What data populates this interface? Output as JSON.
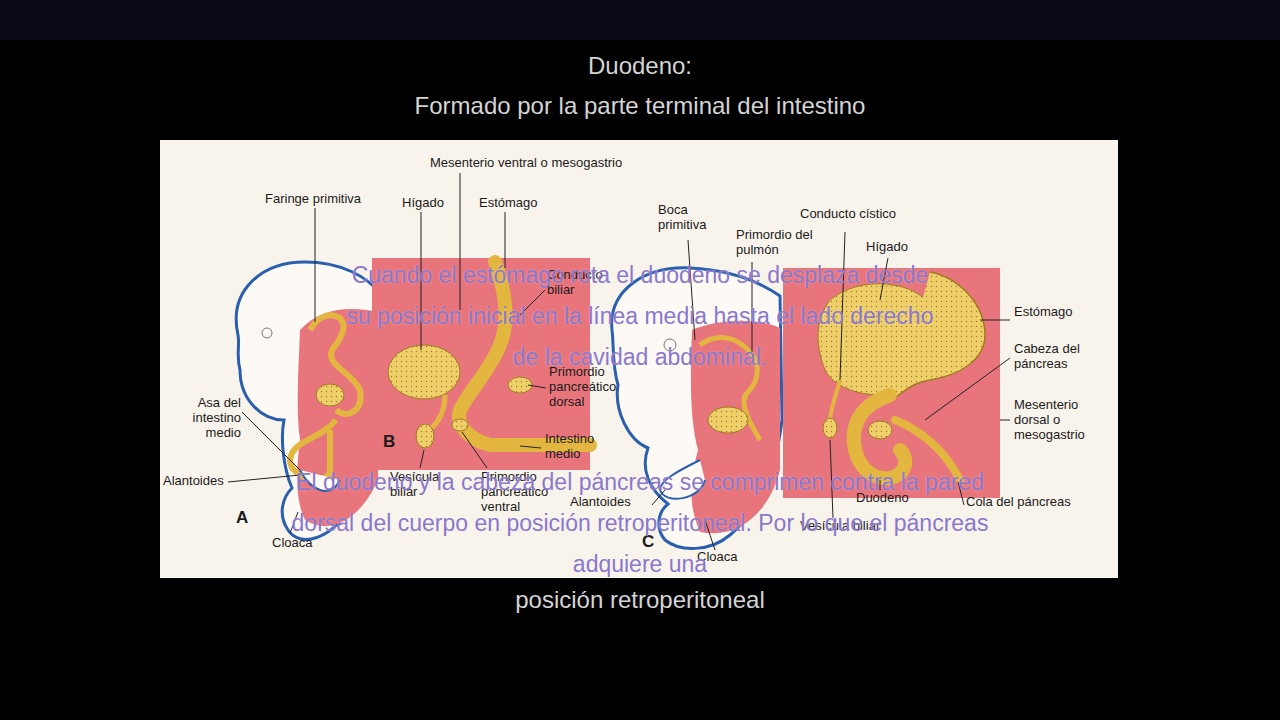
{
  "diagram": {
    "title": "Duodeno:",
    "labels": [
      "Formado por la parte terminal del intestino",
      "Mesenterio ventral o mesogastrio",
      "Faringe primitiva",
      "Hígado",
      "Estómago",
      "Conducto biliar",
      "Primordio pancreático dorsal",
      "Intestino medio",
      "Primordio pancreático ventral",
      "Vesícula biliar",
      "Asa del intestino medio",
      "Alantoides",
      "Cloaca",
      "A",
      "B",
      "Boca primitiva",
      "Primordio del pulmón",
      "Conducto cístico",
      "Hígado",
      "Estómago",
      "Cabeza del páncreas",
      "Mesenterio dorsal o mesogastrio",
      "Cola del páncreas",
      "Duodeno",
      "Vesícula biliar",
      "Alantoides",
      "Cloaca",
      "C",
      "Cuando el estómago rota el duodeno se desplaza desde su posición inicial en la línea media hasta el lado derecho de la cavidad abdominal.",
      "El duodeno y la cabeza del páncreas se comprimen contra la pared dorsal del cuerpo en posición retroperitoneal. Por lo que el páncreas adquiere una",
      "posición retroperitoneal"
    ]
  }
}
